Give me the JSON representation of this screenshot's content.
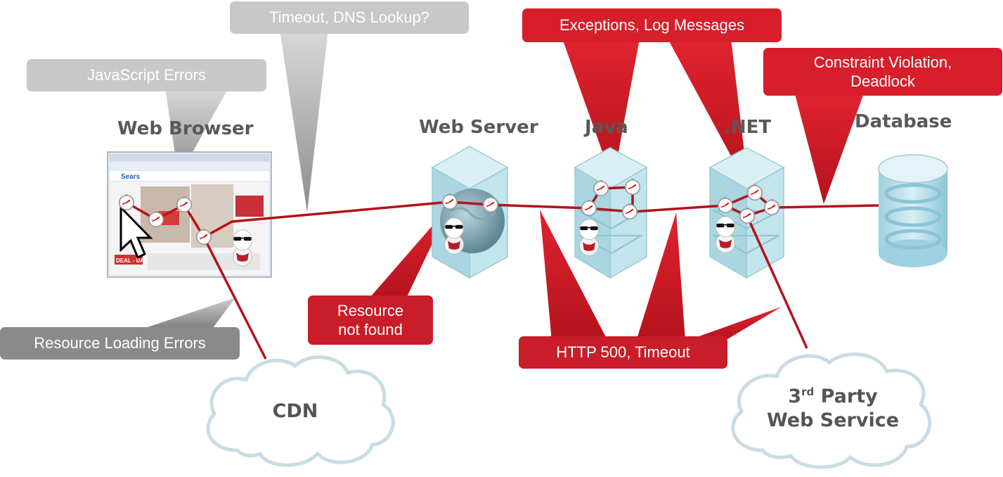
{
  "callouts": {
    "timeout_dns": "Timeout, DNS Lookup?",
    "javascript_errors": "JavaScript Errors",
    "exceptions_log": "Exceptions, Log Messages",
    "constraint_line1": "Constraint Violation,",
    "constraint_line2": "Deadlock",
    "resource_line1": "Resource",
    "resource_line2": "not found",
    "http_timeout": "HTTP 500, Timeout",
    "resource_loading": "Resource Loading Errors"
  },
  "nodes": {
    "web_browser": "Web Browser",
    "web_server": "Web Server",
    "java": "Java",
    "dotnet": ".NET",
    "database": "Database"
  },
  "clouds": {
    "cdn": "CDN",
    "third_party_pre": "3",
    "third_party_sup": "rd",
    "third_party_line1_rest": " Party",
    "third_party_line2": "Web Service"
  },
  "browser_mock": {
    "brand": "Sears",
    "banner": "DEAL - DAY"
  },
  "colors": {
    "red": "#cc1f2b",
    "gray": "#a6a6a6",
    "trace": "#b5121b",
    "server_fill": "#bfe3ea"
  },
  "icons": [
    "mouse-pointer-icon",
    "stopwatch-icon",
    "agent-mascot-icon",
    "globe-icon",
    "database-icon",
    "cloud-icon"
  ]
}
